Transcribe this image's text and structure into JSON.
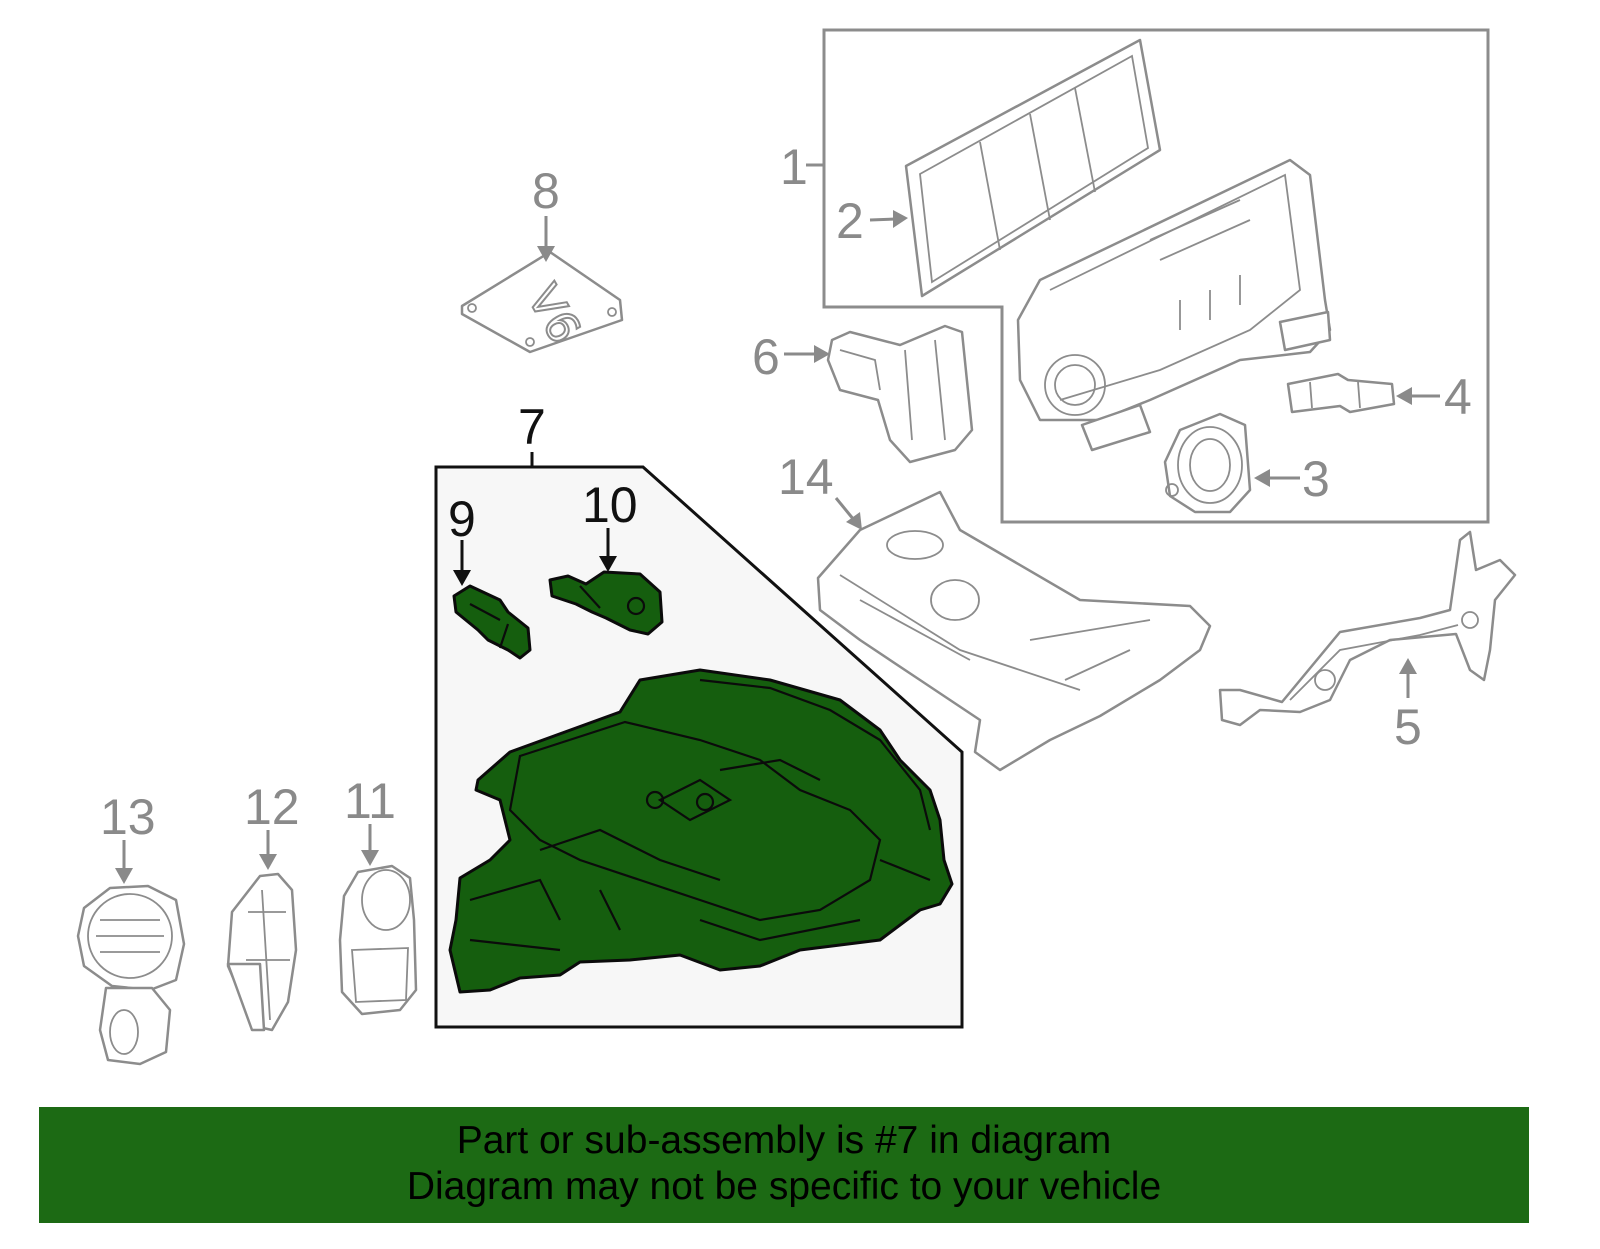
{
  "diagram": {
    "callouts": {
      "c1": "1",
      "c2": "2",
      "c3": "3",
      "c4": "4",
      "c5": "5",
      "c6": "6",
      "c7": "7",
      "c8": "8",
      "c9": "9",
      "c10": "10",
      "c11": "11",
      "c12": "12",
      "c13": "13",
      "c14": "14"
    },
    "highlighted_part": "7",
    "colors": {
      "highlight": "#155e0e",
      "banner": "#1c6a14",
      "outline": "#8c8c8c",
      "group_box": "#f7f7f7"
    }
  },
  "banner": {
    "line1": "Part or sub-assembly is #7 in diagram",
    "line2": "Diagram may not be specific to your vehicle"
  }
}
